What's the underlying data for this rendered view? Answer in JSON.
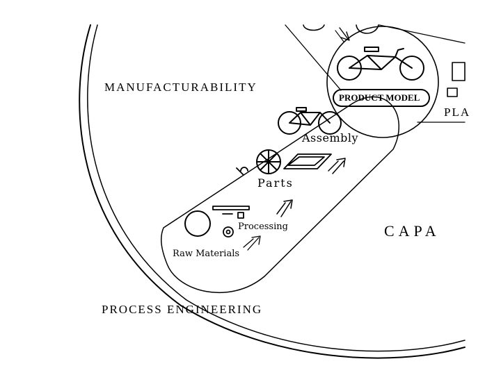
{
  "colors": {
    "ink": "#000000",
    "paper": "#ffffff"
  },
  "labels": {
    "manufacturability": "MANUFACTURABILITY",
    "process_engineering": "PROCESS  ENGINEERING",
    "capa": "CAPA",
    "pla": "PLA",
    "assembly": "Assembly",
    "parts": "Parts",
    "processing": "Processing",
    "raw_materials": "Raw Materials",
    "product_model": "PRODUCT  MODEL"
  },
  "icons": [
    "bicycle-icon",
    "wheel-icon",
    "frame-icon",
    "bar-icon",
    "ring-icon",
    "disc-icon",
    "arrow-icon"
  ]
}
